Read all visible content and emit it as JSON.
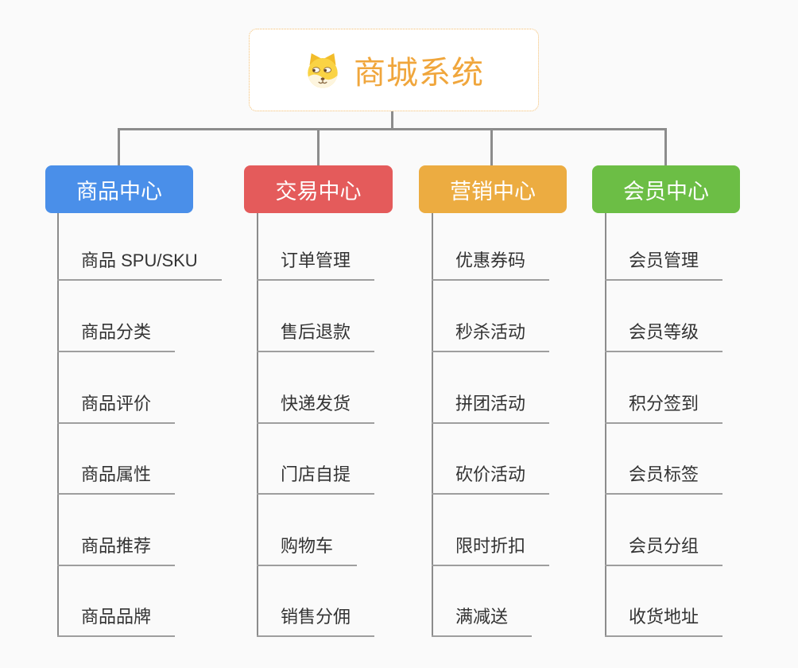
{
  "root": {
    "title": "商城系统",
    "icon": "dog-face-icon"
  },
  "colors": {
    "root_accent": "#f0a63c",
    "root_border": "#f3bd6e",
    "connector": "#8c8c8c",
    "underline": "#9e9e9e",
    "item_text": "#333333"
  },
  "branches": [
    {
      "label": "商品中心",
      "color": "#4a8fe9",
      "items": [
        "商品 SPU/SKU",
        "商品分类",
        "商品评价",
        "商品属性",
        "商品推荐",
        "商品品牌"
      ]
    },
    {
      "label": "交易中心",
      "color": "#e45b5b",
      "items": [
        "订单管理",
        "售后退款",
        "快递发货",
        "门店自提",
        "购物车",
        "销售分佣"
      ]
    },
    {
      "label": "营销中心",
      "color": "#ecac41",
      "items": [
        "优惠券码",
        "秒杀活动",
        "拼团活动",
        "砍价活动",
        "限时折扣",
        "满减送"
      ]
    },
    {
      "label": "会员中心",
      "color": "#6cbe45",
      "items": [
        "会员管理",
        "会员等级",
        "积分签到",
        "会员标签",
        "会员分组",
        "收货地址"
      ]
    }
  ]
}
